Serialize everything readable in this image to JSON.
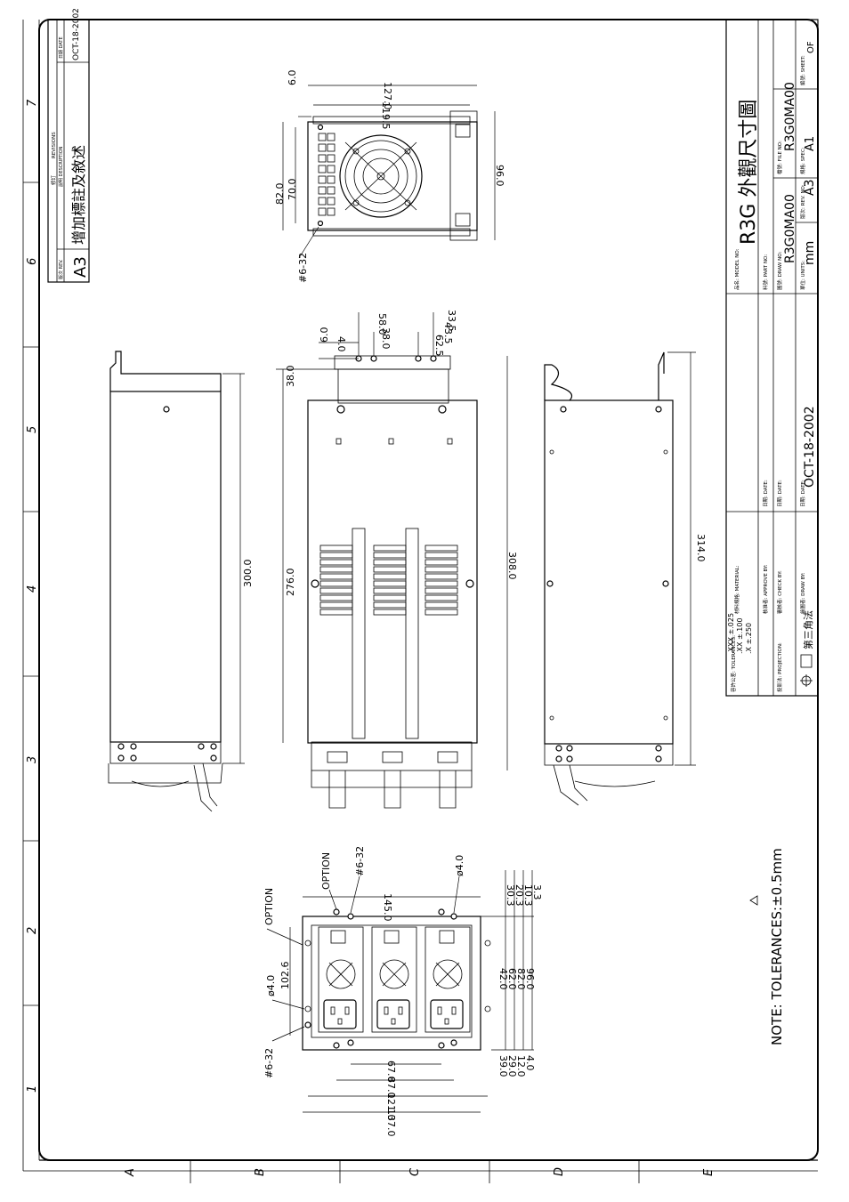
{
  "zone_letters": [
    "A",
    "B",
    "C",
    "D",
    "E"
  ],
  "zone_numbers": [
    "1",
    "2",
    "3",
    "4",
    "5",
    "6",
    "7"
  ],
  "revisions": {
    "header": "REVISIONS",
    "rev_label": "版次 REV.",
    "desc_label": "說明 DESCRIPTION",
    "date_label": "日期 DATE",
    "modify_label": "修訂",
    "rev": "A3",
    "description": "增加標註及敘述",
    "date": "OCT-18-2002"
  },
  "title_block": {
    "model_label": "品名: MODEL NO:",
    "model": "R3G 外觀尺寸圖",
    "part_label": "料號: PART NO:",
    "draw_label": "圖號: DRAW NO:",
    "draw_no": "R3G0MA00",
    "file_label": "檔號: FILE NO:",
    "file_no": "R3G0MA00",
    "units_label": "單位: UNITS:",
    "units": "mm",
    "rev_label": "版次: REV. NO:",
    "rev": "A3",
    "spec_label": "規格: SPEC:",
    "spec": "A1",
    "sheet_label": "編號: SHEET:",
    "sheet": "OF",
    "date_label": "日期: DATE:",
    "date": "OCT-18-2002",
    "date1": "日期: DATE:",
    "date2": "日期: DATE:",
    "material": "材料規格: MATERIAL:",
    "approve": "核准者: APPROVE BY:",
    "check": "審核者: CHECK BY:",
    "draw_by": "繪圖者: DRAW BY:",
    "tolerance_label": "容許公差: TOLERANCES:",
    "tol_xxx": ".XXX  ±.025",
    "tol_xx": ".XX  ±.100",
    "tol_x": ".X  ±.250",
    "projection_label": "投影法: PROJECTION:",
    "projection": "第三角法"
  },
  "note": "NOTE: TOLERANCES:±0.5mm",
  "fan_view": {
    "dims": [
      "127.0",
      "119.5",
      "6.0",
      "82.0",
      "70.0",
      "96.0",
      "#6-32"
    ]
  },
  "top_view": {
    "dims": [
      "58.0",
      "38.0",
      "4.0",
      "6.0",
      "33.5",
      "43.5",
      "62.5",
      "38.0",
      "276.0",
      "308.0"
    ]
  },
  "side_views": {
    "left_dim": "300.0",
    "right_dim": "314.0"
  },
  "front_view": {
    "labels": [
      "OPTION",
      "OPTION",
      "#6-32",
      "ø4.0",
      "ø4.0",
      "#6-32"
    ],
    "dims_top": [
      "145.0",
      "102.6"
    ],
    "dims_right": [
      "30.3",
      "20.3",
      "10.3",
      "3.3",
      "42.0",
      "62.0",
      "82.0",
      "96.0"
    ],
    "dims_bottom": [
      "67.0",
      "87.0",
      "121.0",
      "137.0",
      "39.0",
      "29.0",
      "12.0",
      "4.0"
    ]
  }
}
